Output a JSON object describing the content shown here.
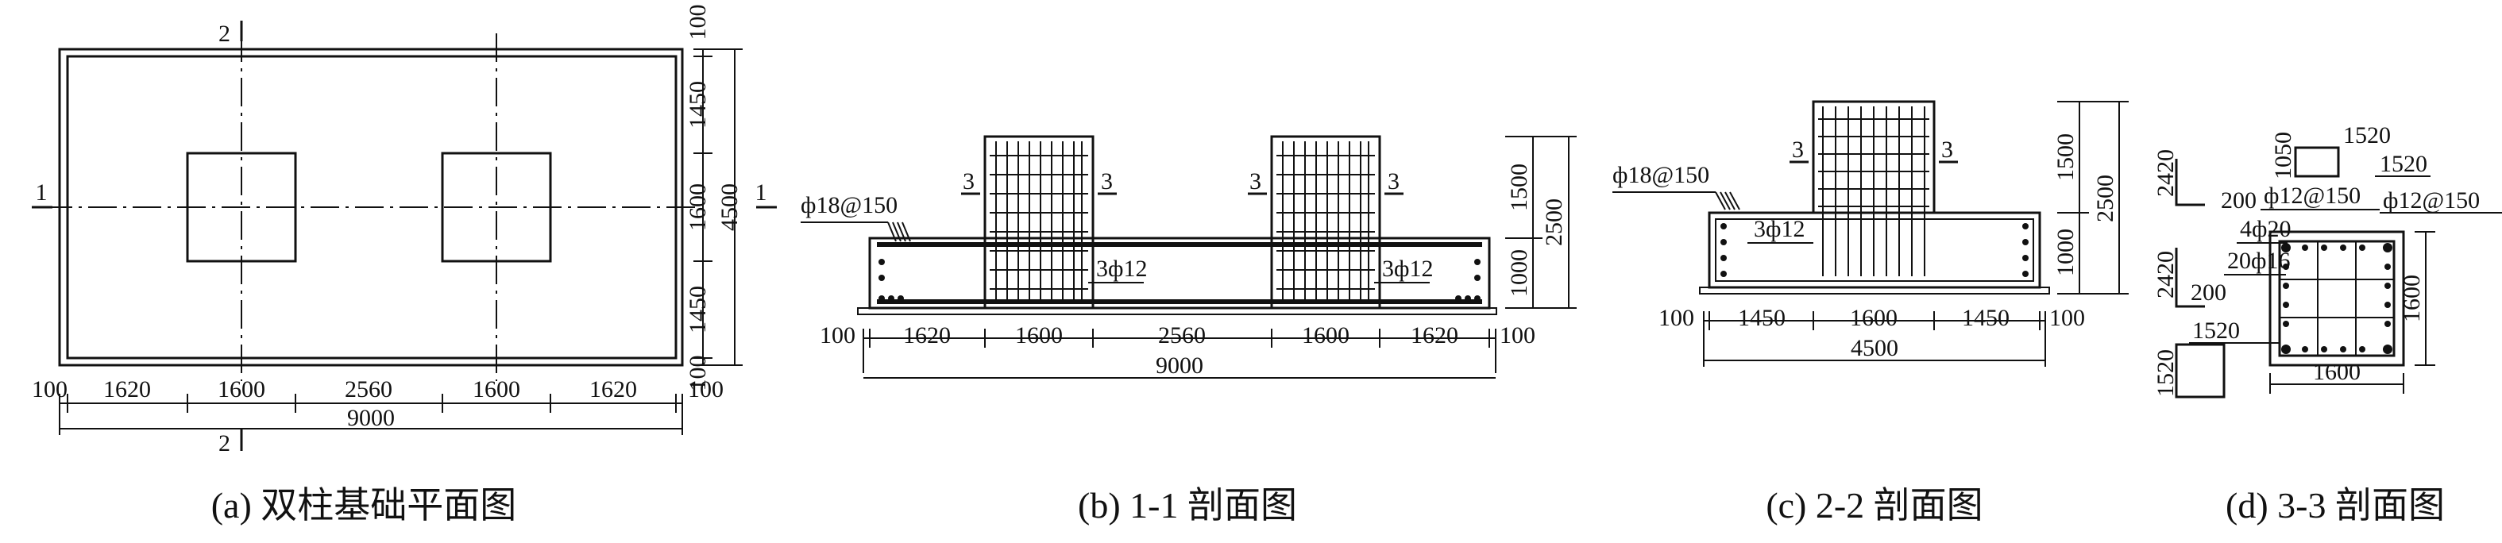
{
  "captions": {
    "a": "(a) 双柱基础平面图",
    "b": "(b) 1-1 剖面图",
    "c": "(c) 2-2 剖面图",
    "d": "(d) 3-3 剖面图"
  },
  "plan": {
    "section_marks": {
      "top": "2",
      "bottom": "2",
      "left": "1",
      "right": "1"
    },
    "bottom_dims": [
      "100",
      "1620",
      "1600",
      "2560",
      "1600",
      "1620",
      "100"
    ],
    "total": "9000",
    "right_dims": [
      "100",
      "1450",
      "1600",
      "1450",
      "100"
    ],
    "right_total": "4500"
  },
  "sec11": {
    "rebar": "ф18@150",
    "cut_mark": "3",
    "col_bars": "3ф12",
    "bottom_dims": [
      "100",
      "1620",
      "1600",
      "2560",
      "1600",
      "1620",
      "100"
    ],
    "total": "9000",
    "right_dims": [
      "1500",
      "1000"
    ],
    "right_total": "2500"
  },
  "sec22": {
    "rebar": "ф18@150",
    "cut_mark": "3",
    "col_bars": "3ф12",
    "bottom_dims": [
      "100",
      "1450",
      "1600",
      "1450",
      "100"
    ],
    "total": "4500",
    "right_dims": [
      "1500",
      "1000"
    ],
    "right_total": "2500"
  },
  "sec33": {
    "d1": "2420",
    "d2": "1050",
    "d3": "1520",
    "d4": "1520",
    "d5": "200",
    "s1": "ф12@150",
    "s2": "ф12@150",
    "b1": "4ф20",
    "b2": "20ф16",
    "d6": "2420",
    "d7": "200",
    "d8": "1520",
    "d9": "1520",
    "width": "1600",
    "height": "1600"
  }
}
